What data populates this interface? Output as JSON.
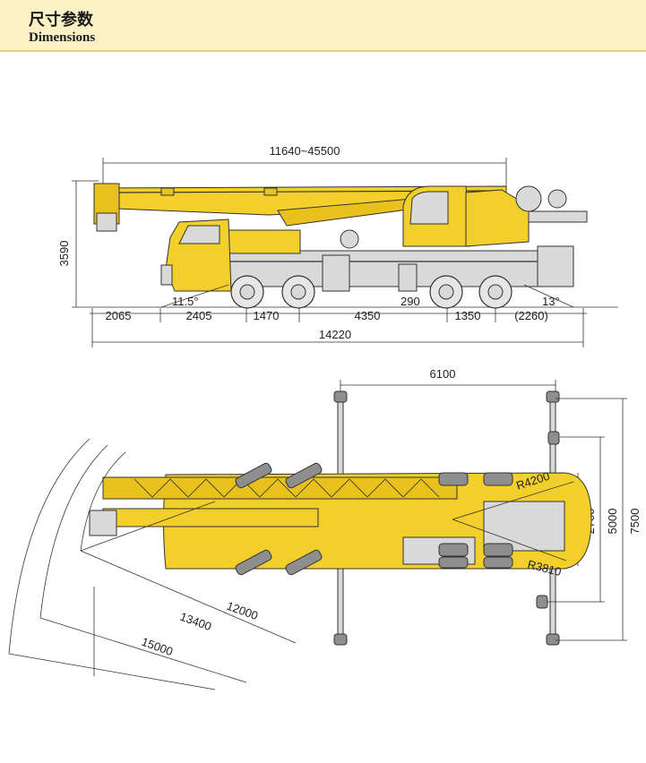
{
  "header": {
    "title_cn": "尺寸参数",
    "title_en": "Dimensions"
  },
  "side_view": {
    "boom_length": "11640~45500",
    "height": "3590",
    "angle": "11.5°",
    "angle_rear": "13°",
    "ground_clearance": "290",
    "segments": [
      "2065",
      "2405",
      "1470",
      "4350",
      "1350",
      "(2260)"
    ],
    "overall_length": "14220"
  },
  "top_view": {
    "outrigger_span": "6100",
    "widths": [
      "2700",
      "5000",
      "7500"
    ],
    "radius_tail": "R4200",
    "radius_front": "R3810",
    "turning_radii": [
      "12000",
      "13400",
      "15000"
    ]
  },
  "colors": {
    "crane_yellow": "#f2cf2a",
    "header_bg": "#fbf1c5",
    "header_border": "#e3cf8c"
  }
}
